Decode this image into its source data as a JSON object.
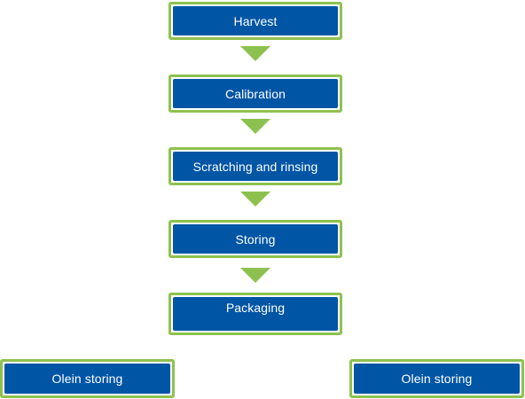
{
  "steps": [
    {
      "label": "Harvest"
    },
    {
      "label": "Calibration"
    },
    {
      "label": "Scratching and rinsing"
    },
    {
      "label": "Storing"
    },
    {
      "label": "Packaging"
    }
  ],
  "branches": [
    {
      "label": "Olein storing"
    },
    {
      "label": "Olein storing"
    }
  ],
  "colors": {
    "box_fill": "#0055a5",
    "box_border": "#8dc14f",
    "arrow": "#8dc14f",
    "text": "#ffffff"
  }
}
